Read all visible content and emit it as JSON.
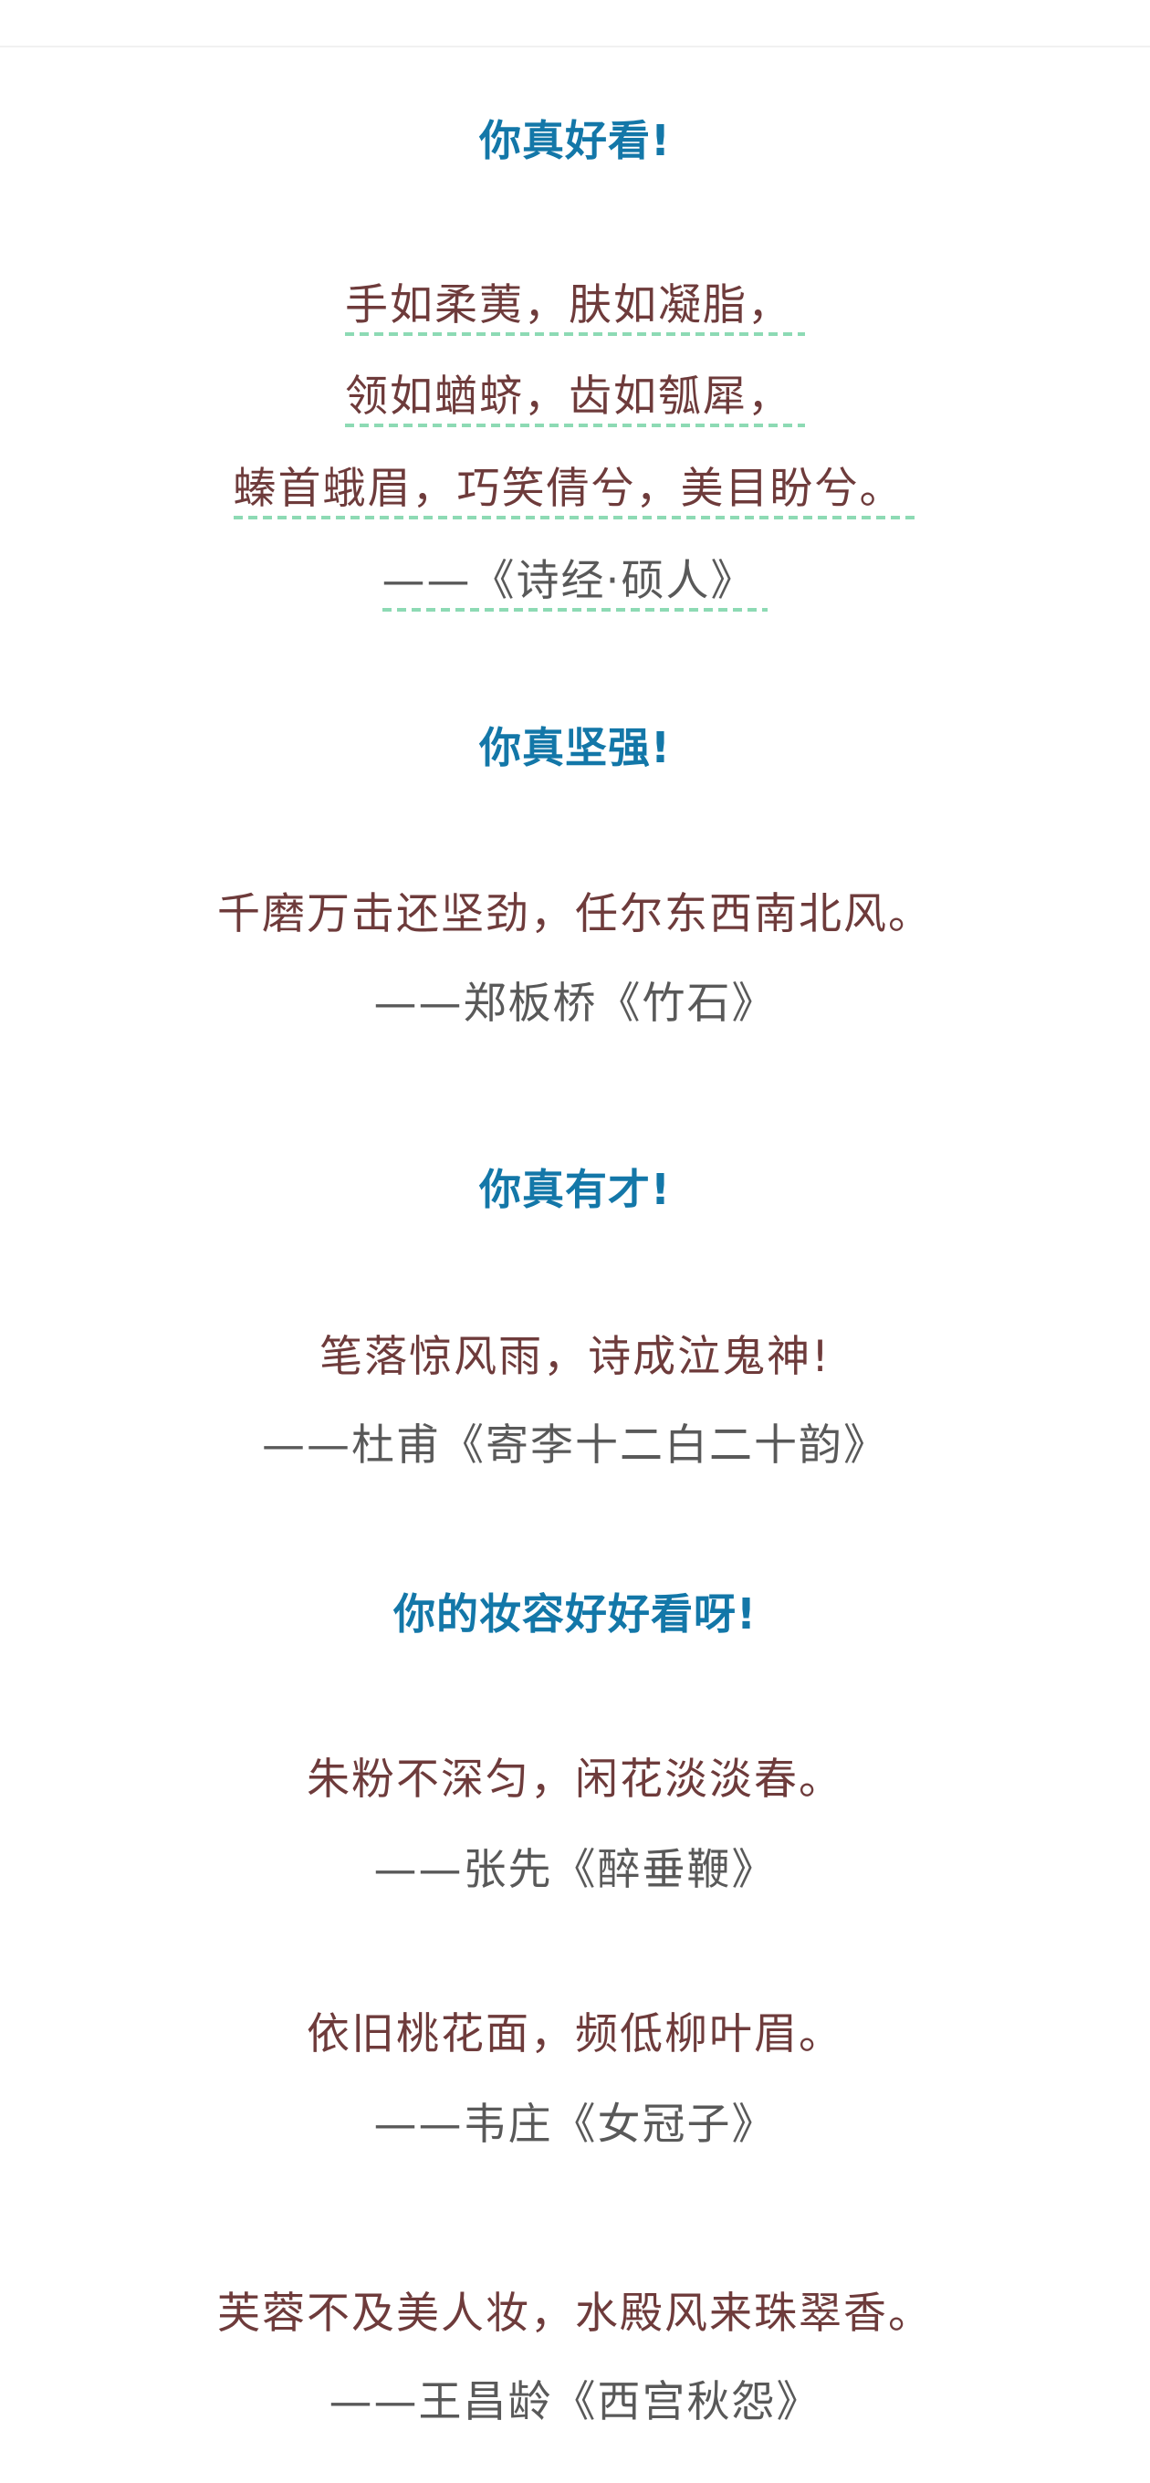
{
  "theme": {
    "heading_color": "#1377a8",
    "verse_color": "#6e3b3b",
    "source_color": "#595959",
    "dash_color": "#8ddab4",
    "divider_color": "#f1f1f1"
  },
  "sections": [
    {
      "heading": "你真好看!",
      "verses": [
        "手如柔荑，肤如凝脂，",
        "领如蝤蛴，齿如瓠犀，",
        "螓首蛾眉，巧笑倩兮，美目盼兮。"
      ],
      "source": "——《诗经·硕人》"
    },
    {
      "heading": "你真坚强!",
      "verses": [
        "千磨万击还坚劲，任尔东西南北风。"
      ],
      "source": "——郑板桥《竹石》"
    },
    {
      "heading": "你真有才!",
      "verses": [
        "笔落惊风雨，诗成泣鬼神!"
      ],
      "source": "——杜甫《寄李十二白二十韵》"
    },
    {
      "heading": "你的妆容好好看呀!",
      "quotes": [
        {
          "verse": "朱粉不深匀，闲花淡淡春。",
          "source": "——张先《醉垂鞭》"
        },
        {
          "verse": "依旧桃花面，频低柳叶眉。",
          "source": "——韦庄《女冠子》"
        },
        {
          "verse": "芙蓉不及美人妆，水殿风来珠翠香。",
          "source": "——王昌龄《西宫秋怨》"
        }
      ]
    }
  ]
}
